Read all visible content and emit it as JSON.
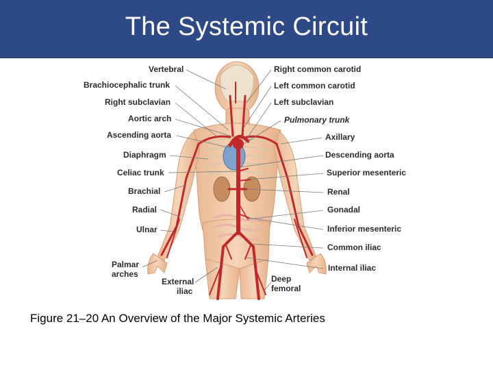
{
  "header": {
    "title": "The Systemic Circuit",
    "background_color": "#2e4a86"
  },
  "figure": {
    "left_labels": {
      "vertebral": "Vertebral",
      "brachiocephalic_trunk": "Brachiocephalic trunk",
      "right_subclavian": "Right subclavian",
      "aortic_arch": "Aortic arch",
      "ascending_aorta": "Ascending aorta",
      "diaphragm": "Diaphragm",
      "celiac_trunk": "Celiac trunk",
      "brachial": "Brachial",
      "radial": "Radial",
      "ulnar": "Ulnar",
      "palmar_arches_line1": "Palmar",
      "palmar_arches_line2": "arches",
      "external_iliac_line1": "External",
      "external_iliac_line2": "iliac"
    },
    "right_labels": {
      "right_common_carotid": "Right common carotid",
      "left_common_carotid": "Left common carotid",
      "left_subclavian": "Left subclavian",
      "pulmonary_trunk": "Pulmonary trunk",
      "axillary": "Axillary",
      "descending_aorta": "Descending aorta",
      "superior_mesenteric": "Superior mesenteric",
      "renal": "Renal",
      "gonadal": "Gonadal",
      "inferior_mesenteric": "Inferior mesenteric",
      "common_iliac": "Common iliac",
      "internal_iliac": "Internal iliac",
      "deep_femoral_line1": "Deep",
      "deep_femoral_line2": "femoral"
    },
    "artery_color": "#c0282a",
    "skin_color": "#f2c9a6"
  },
  "caption": "Figure 21–20 An Overview of the Major Systemic Arteries"
}
